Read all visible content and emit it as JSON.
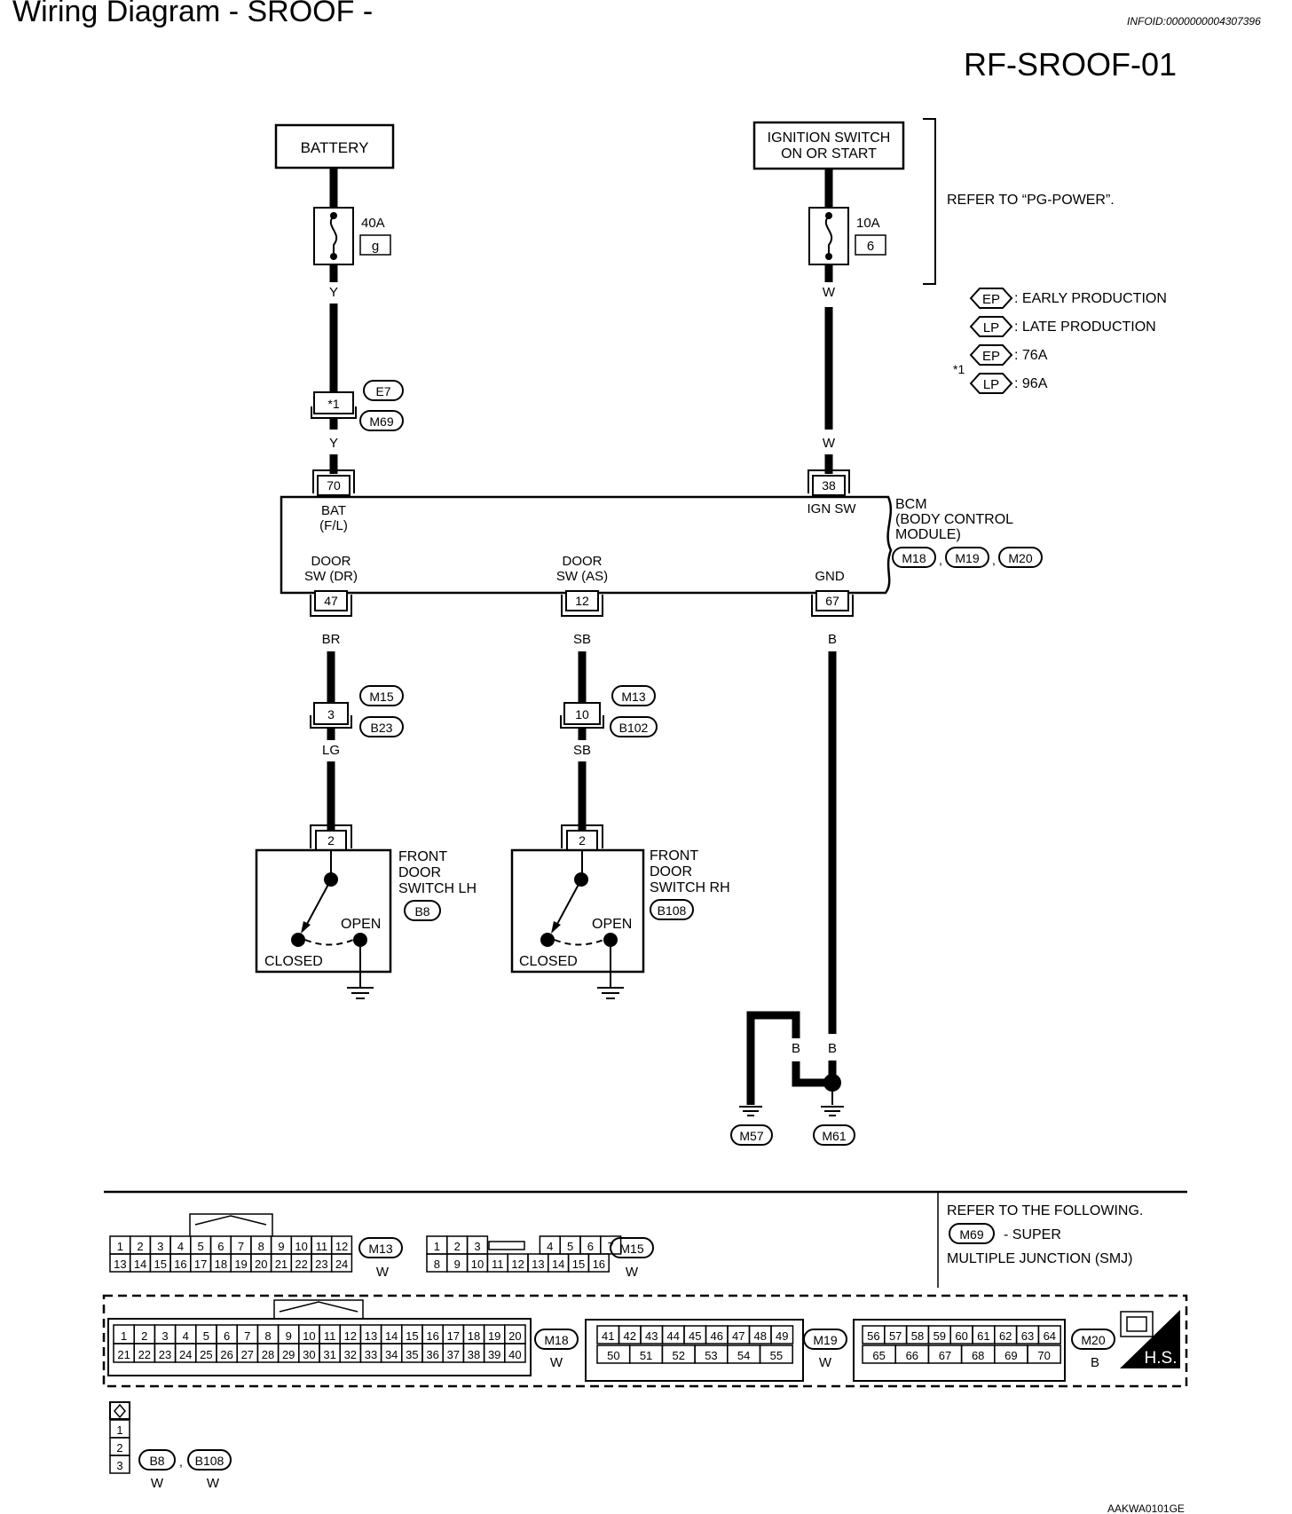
{
  "header": {
    "title": "Wiring Diagram - SROOF -",
    "infoid": "INFOID:0000000004307396",
    "diagram_id": "RF-SROOF-01"
  },
  "power": {
    "battery_label": "BATTERY",
    "ign_label_1": "IGNITION SWITCH",
    "ign_label_2": "ON OR START",
    "refer_pg": "REFER TO “PG-POWER”.",
    "fuse1_amp": "40A",
    "fuse1_no": "g",
    "fuse2_amp": "10A",
    "fuse2_no": "6"
  },
  "legend": {
    "ep": "EP",
    "lp": "LP",
    "ep_text": ": EARLY PRODUCTION",
    "lp_text": ": LATE PRODUCTION",
    "star1": "*1",
    "ep_val": ": 76A",
    "lp_val": ": 96A"
  },
  "wires": {
    "y1": "Y",
    "y2": "Y",
    "w1": "W",
    "w2": "W",
    "br": "BR",
    "sb1": "SB",
    "b1": "B",
    "lg": "LG",
    "sb2": "SB",
    "gb1": "B",
    "gb2": "B",
    "gb3": "B"
  },
  "connectors": {
    "e7": "E7",
    "m69": "M69",
    "star_term": "*1",
    "t70": "70",
    "t38": "38",
    "t47": "47",
    "t12": "12",
    "t67": "67",
    "m15": "M15",
    "b23": "B23",
    "t3": "3",
    "m13": "M13",
    "b102": "B102",
    "t10": "10",
    "t2a": "2",
    "t2b": "2",
    "b8": "B8",
    "b108": "B108",
    "m57": "M57",
    "m61": "M61"
  },
  "bcm": {
    "bat_1": "BAT",
    "bat_2": "(F/L)",
    "ign": "IGN SW",
    "door_dr_1": "DOOR",
    "door_dr_2": "SW (DR)",
    "door_as_1": "DOOR",
    "door_as_2": "SW (AS)",
    "gnd": "GND",
    "name_1": "BCM",
    "name_2": "(BODY CONTROL",
    "name_3": "MODULE)",
    "m18": "M18",
    "m19": "M19",
    "m20": "M20"
  },
  "switches": {
    "lh_1": "FRONT",
    "lh_2": "DOOR",
    "lh_3": "SWITCH LH",
    "rh_1": "FRONT",
    "rh_2": "DOOR",
    "rh_3": "SWITCH RH",
    "open": "OPEN",
    "closed": "CLOSED"
  },
  "bottom": {
    "refer_1": "REFER TO THE FOLLOWING.",
    "refer_m69": "M69",
    "refer_super": "- SUPER",
    "refer_2": "MULTIPLE JUNCTION (SMJ)",
    "m13_label": "M13",
    "m13_color": "W",
    "m15_label": "M15",
    "m15_color": "W",
    "m18_label": "M18",
    "m18_color": "W",
    "m19_label": "M19",
    "m19_color": "W",
    "m20_label": "M20",
    "m20_color": "B",
    "hs": "H.S.",
    "m13_top": [
      "1",
      "2",
      "3",
      "4",
      "5",
      "6",
      "7",
      "8",
      "9",
      "10",
      "11",
      "12"
    ],
    "m13_bot": [
      "13",
      "14",
      "15",
      "16",
      "17",
      "18",
      "19",
      "20",
      "21",
      "22",
      "23",
      "24"
    ],
    "m15_top": [
      "1",
      "2",
      "3",
      "4",
      "5",
      "6",
      "7"
    ],
    "m15_bot": [
      "8",
      "9",
      "10",
      "11",
      "12",
      "13",
      "14",
      "15",
      "16"
    ],
    "m18_top": [
      "1",
      "2",
      "3",
      "4",
      "5",
      "6",
      "7",
      "8",
      "9",
      "10",
      "11",
      "12",
      "13",
      "14",
      "15",
      "16",
      "17",
      "18",
      "19",
      "20"
    ],
    "m18_bot": [
      "21",
      "22",
      "23",
      "24",
      "25",
      "26",
      "27",
      "28",
      "29",
      "30",
      "31",
      "32",
      "33",
      "34",
      "35",
      "36",
      "37",
      "38",
      "39",
      "40"
    ],
    "m19_top": [
      "41",
      "42",
      "43",
      "44",
      "45",
      "46",
      "47",
      "48",
      "49"
    ],
    "m19_bot": [
      "50",
      "51",
      "52",
      "53",
      "54",
      "55"
    ],
    "m20_top": [
      "56",
      "57",
      "58",
      "59",
      "60",
      "61",
      "62",
      "63",
      "64"
    ],
    "m20_bot": [
      "65",
      "66",
      "67",
      "68",
      "69",
      "70"
    ],
    "b_pins": [
      "1",
      "2",
      "3"
    ],
    "b8": "B8",
    "b108": "B108",
    "b8_color": "W",
    "b108_color": "W"
  },
  "footer_code": "AAKWA0101GE"
}
